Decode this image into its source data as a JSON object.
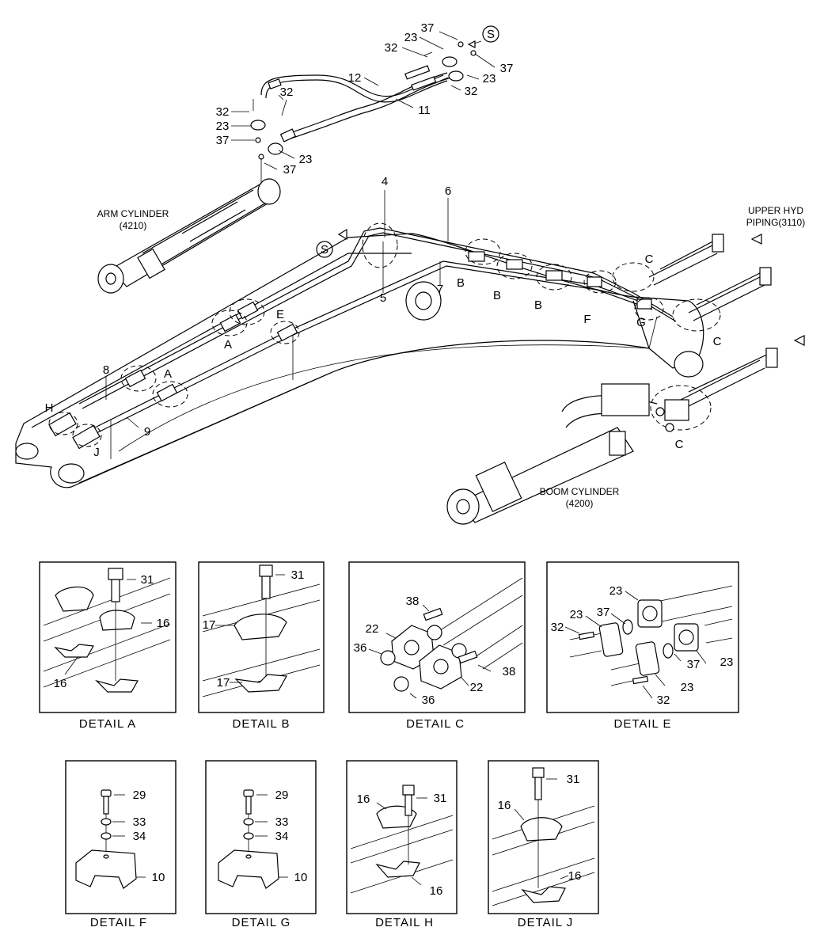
{
  "main": {
    "callouts": [
      {
        "id": "c1",
        "text": "37"
      },
      {
        "id": "c2",
        "text": "23"
      },
      {
        "id": "c3",
        "text": "32"
      },
      {
        "id": "c4",
        "text": "37"
      },
      {
        "id": "c5",
        "text": "23"
      },
      {
        "id": "c6",
        "text": "32"
      },
      {
        "id": "c7",
        "text": "12"
      },
      {
        "id": "c8",
        "text": "11"
      },
      {
        "id": "c9",
        "text": "32"
      },
      {
        "id": "c10",
        "text": "32"
      },
      {
        "id": "c11",
        "text": "23"
      },
      {
        "id": "c12",
        "text": "37"
      },
      {
        "id": "c13",
        "text": "23"
      },
      {
        "id": "c14",
        "text": "37"
      },
      {
        "id": "c15",
        "text": "4"
      },
      {
        "id": "c16",
        "text": "6"
      },
      {
        "id": "c17",
        "text": "5"
      },
      {
        "id": "c18",
        "text": "7"
      },
      {
        "id": "c19",
        "text": "8"
      },
      {
        "id": "c20",
        "text": "9"
      }
    ],
    "detail_markers": [
      {
        "id": "m1",
        "text": "C"
      },
      {
        "id": "m2",
        "text": "B"
      },
      {
        "id": "m3",
        "text": "B"
      },
      {
        "id": "m4",
        "text": "B"
      },
      {
        "id": "m5",
        "text": "F"
      },
      {
        "id": "m6",
        "text": "G"
      },
      {
        "id": "m7",
        "text": "C"
      },
      {
        "id": "m8",
        "text": "E"
      },
      {
        "id": "m9",
        "text": "A"
      },
      {
        "id": "m10",
        "text": "A"
      },
      {
        "id": "m11",
        "text": "H"
      },
      {
        "id": "m12",
        "text": "J"
      },
      {
        "id": "m13",
        "text": "C"
      }
    ],
    "s_markers": [
      "S",
      "S"
    ],
    "labels": {
      "arm_cylinder_1": "ARM CYLINDER",
      "arm_cylinder_2": "(4210)",
      "upper_hyd_1": "UPPER HYD",
      "upper_hyd_2": "PIPING(3110)",
      "boom_cylinder_1": "BOOM CYLINDER",
      "boom_cylinder_2": "(4200)"
    }
  },
  "details": [
    {
      "caption": "DETAIL  A",
      "callouts": [
        "31",
        "16",
        "16"
      ]
    },
    {
      "caption": "DETAIL  B",
      "callouts": [
        "31",
        "17",
        "17"
      ]
    },
    {
      "caption": "DETAIL  C",
      "callouts": [
        "38",
        "22",
        "36",
        "38",
        "22",
        "36"
      ]
    },
    {
      "caption": "DETAIL  E",
      "callouts": [
        "23",
        "23",
        "37",
        "32",
        "37",
        "23",
        "23",
        "32"
      ]
    },
    {
      "caption": "DETAIL  F",
      "callouts": [
        "29",
        "33",
        "34",
        "10"
      ]
    },
    {
      "caption": "DETAIL  G",
      "callouts": [
        "29",
        "33",
        "34",
        "10"
      ]
    },
    {
      "caption": "DETAIL  H",
      "callouts": [
        "16",
        "31",
        "16"
      ]
    },
    {
      "caption": "DETAIL  J",
      "callouts": [
        "31",
        "16",
        "16"
      ]
    }
  ]
}
